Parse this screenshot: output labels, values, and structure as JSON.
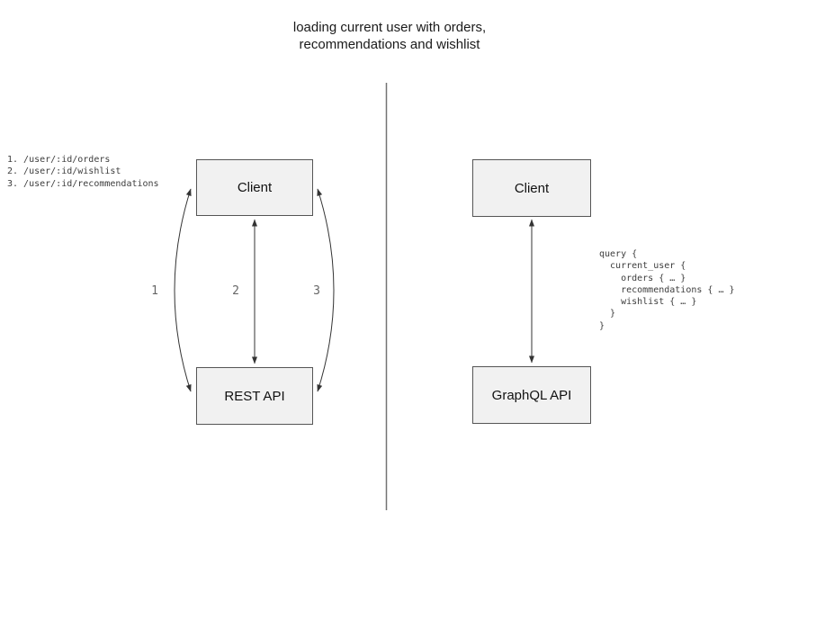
{
  "title": "loading current user with orders,\nrecommendations and wishlist",
  "rest_panel": {
    "endpoints": "1. /user/:id/orders\n2. /user/:id/wishlist\n3. /user/:id/recommendations",
    "client_label": "Client",
    "api_label": "REST API",
    "arrow_labels": [
      "1",
      "2",
      "3"
    ]
  },
  "graphql_panel": {
    "client_label": "Client",
    "api_label": "GraphQL API",
    "query": "query {\n  current_user {\n    orders { … }\n    recommendations { … }\n    wishlist { … }\n  }\n}"
  },
  "colors": {
    "box_fill": "#f1f1f1",
    "box_border": "#555555",
    "arrow_line": "#333333",
    "divider_line": "#737373",
    "code_text": "#3d3d3d",
    "number_text": "#666666",
    "title_text": "#1a1a1a"
  }
}
